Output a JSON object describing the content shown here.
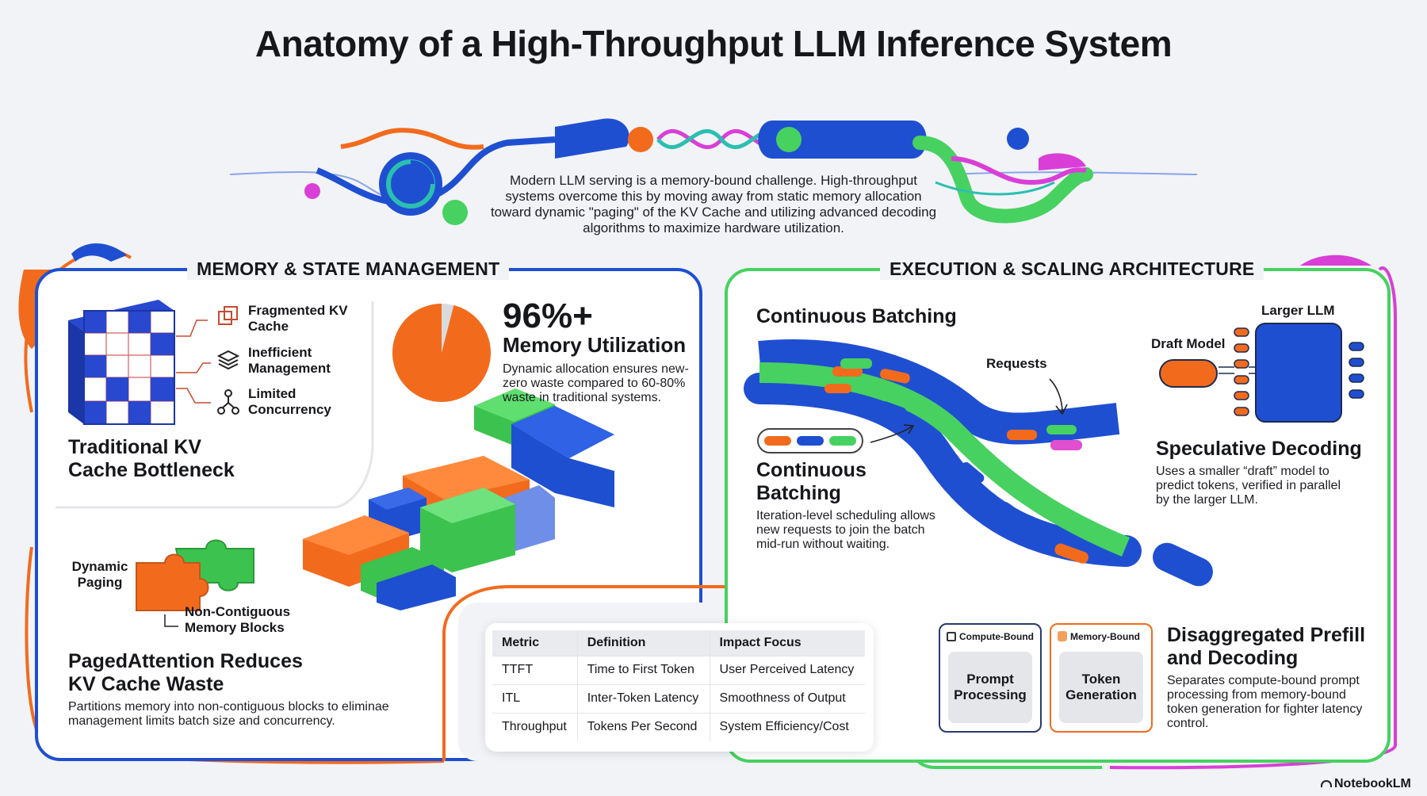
{
  "title": "Anatomy of a High-Throughput LLM Inference System",
  "intro": "Modern LLM serving is a memory-bound challenge. High-throughput systems overcome this by moving away from static memory allocation toward dynamic \"paging\" of the KV Cache and utilizing advanced decoding algorithms to maximize hardware utilization.",
  "memory_section": {
    "title": "MEMORY & STATE MANAGEMENT",
    "bottleneck_items": [
      "Fragmented KV Cache",
      "Inefficient Management",
      "Limited Concurrency"
    ],
    "bottleneck_heading": "Traditional KV Cache Bottleneck",
    "stat_value": "96%+",
    "stat_label": "Memory Utilization",
    "stat_desc": "Dynamic allocation ensures new-zero waste compared to 60-80% waste in traditional systems.",
    "utilization_fraction": 0.96,
    "paging_label": "Dynamic Paging",
    "blocks_label": "Non-Contiguous Memory Blocks",
    "paged_heading": "PagedAttention Reduces KV Cache Waste",
    "paged_desc": "Partitions memory into non-contiguous blocks to eliminae management limits batch size and concurrency."
  },
  "execution_section": {
    "title": "EXECUTION & SCALING ARCHITECTURE",
    "cb_title": "Continuous Batching",
    "requests_label": "Requests",
    "cb_heading": "Continuous Batching",
    "cb_desc": "Iteration-level scheduling allows new requests to join the batch mid-run without waiting.",
    "draft_label": "Draft Model",
    "larger_label": "Larger LLM",
    "spec_heading": "Speculative Decoding",
    "spec_desc": "Uses a smaller “draft” model to predict tokens, verified in parallel by the larger LLM.",
    "prefill_tag": "Compute-Bound",
    "prefill_label": "Prompt Processing",
    "decode_tag": "Memory-Bound",
    "decode_label": "Token Generation",
    "disagg_heading": "Disaggregated Prefill and Decoding",
    "disagg_desc": "Separates compute-bound prompt processing from memory-bound token generation for fighter latency control."
  },
  "metrics_table": {
    "headers": [
      "Metric",
      "Definition",
      "Impact Focus"
    ],
    "rows": [
      [
        "TTFT",
        "Time to First Token",
        "User Perceived Latency"
      ],
      [
        "ITL",
        "Inter-Token Latency",
        "Smoothness of Output"
      ],
      [
        "Throughput",
        "Tokens Per Second",
        "System Efficiency/Cost"
      ]
    ]
  },
  "brand": "NotebookLM",
  "colors": {
    "blue": "#1f4fd1",
    "orange": "#f26b1d",
    "green": "#47d160",
    "magenta": "#d93fd6",
    "teal": "#2bbfb0"
  },
  "icons": [
    "fragment-icon",
    "layers-icon",
    "network-icon",
    "chip-icon",
    "database-icon",
    "notebooklm-icon"
  ]
}
